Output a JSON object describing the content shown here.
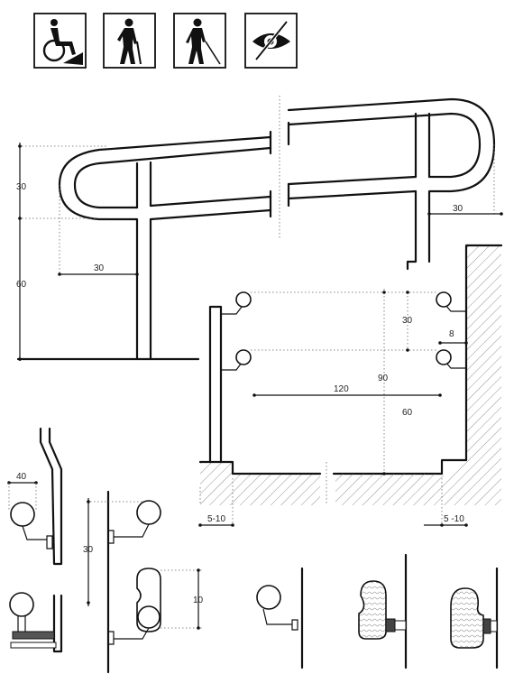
{
  "icons": [
    {
      "name": "wheelchair-user-icon"
    },
    {
      "name": "elderly-with-cane-icon"
    },
    {
      "name": "blind-with-white-cane-icon"
    },
    {
      "name": "visually-impaired-eye-icon"
    }
  ],
  "dimensions": {
    "upper_rail_gap": "30",
    "lower_rail_height": "60",
    "rail_extension": "30",
    "end_extension": "30",
    "top_rail_spacing": "30",
    "wall_clearance": "8",
    "total_height": "90",
    "lower_height": "60",
    "passage_width": "120",
    "left_offset": "5-10",
    "right_offset": "5 -10",
    "detail_left_width": "40",
    "detail_spacing": "30",
    "detail_profile_depth": "10"
  }
}
